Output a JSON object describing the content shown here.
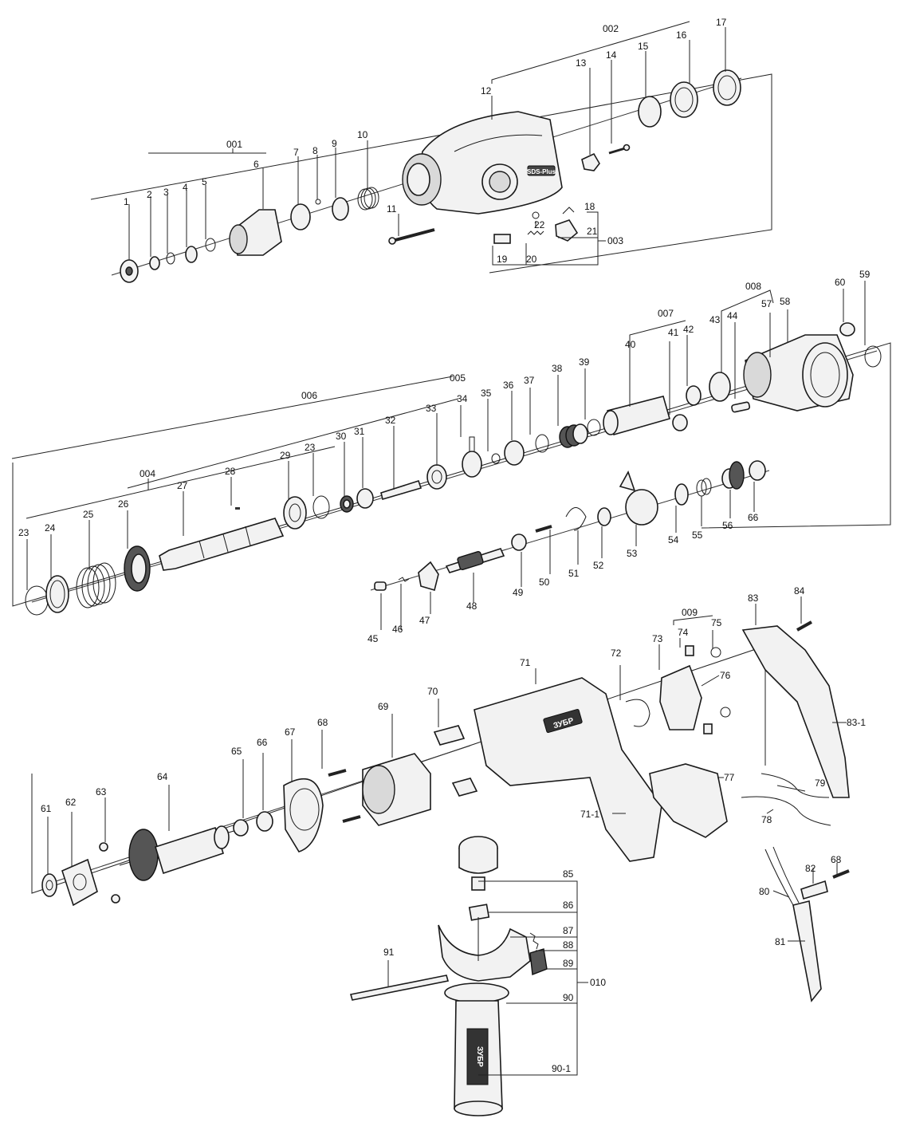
{
  "callouts": {
    "c1": "1",
    "c2": "2",
    "c3": "3",
    "c4": "4",
    "c5": "5",
    "c6": "6",
    "c7": "7",
    "c8": "8",
    "c9": "9",
    "c10": "10",
    "c11": "11",
    "c12": "12",
    "c13": "13",
    "c14": "14",
    "c15": "15",
    "c16": "16",
    "c17": "17",
    "c18": "18",
    "c19": "19",
    "c20": "20",
    "c21": "21",
    "c22": "22",
    "c23a": "23",
    "c23b": "23",
    "c24": "24",
    "c25": "25",
    "c26": "26",
    "c27": "27",
    "c28": "28",
    "c29": "29",
    "c30": "30",
    "c31": "31",
    "c32": "32",
    "c33": "33",
    "c34": "34",
    "c35": "35",
    "c36": "36",
    "c37": "37",
    "c38": "38",
    "c39": "39",
    "c40": "40",
    "c41": "41",
    "c42": "42",
    "c43": "43",
    "c44": "44",
    "c45": "45",
    "c46": "46",
    "c47": "47",
    "c48": "48",
    "c49": "49",
    "c50": "50",
    "c51": "51",
    "c52": "52",
    "c53": "53",
    "c54": "54",
    "c55": "55",
    "c56": "56",
    "c57": "57",
    "c58": "58",
    "c59": "59",
    "c60": "60",
    "c61": "61",
    "c62": "62",
    "c63": "63",
    "c64": "64",
    "c65": "65",
    "c66a": "66",
    "c66b": "66",
    "c67": "67",
    "c68a": "68",
    "c68b": "68",
    "c69": "69",
    "c70": "70",
    "c71": "71",
    "c71_1": "71-1",
    "c72": "72",
    "c73": "73",
    "c74": "74",
    "c75": "75",
    "c76": "76",
    "c77": "77",
    "c78": "78",
    "c79": "79",
    "c80": "80",
    "c81": "81",
    "c82": "82",
    "c83": "83",
    "c83_1": "83-1",
    "c84": "84",
    "c85": "85",
    "c86": "86",
    "c87": "87",
    "c88": "88",
    "c89": "89",
    "c90": "90",
    "c90_1": "90-1",
    "c91": "91"
  },
  "assemblies": {
    "a001": "001",
    "a002": "002",
    "a003": "003",
    "a004": "004",
    "a005": "005",
    "a006": "006",
    "a007": "007",
    "a008": "008",
    "a009": "009",
    "a010": "010"
  },
  "branding": {
    "logo": "ЗУБР",
    "mode_badge": "SDS-Plus"
  }
}
